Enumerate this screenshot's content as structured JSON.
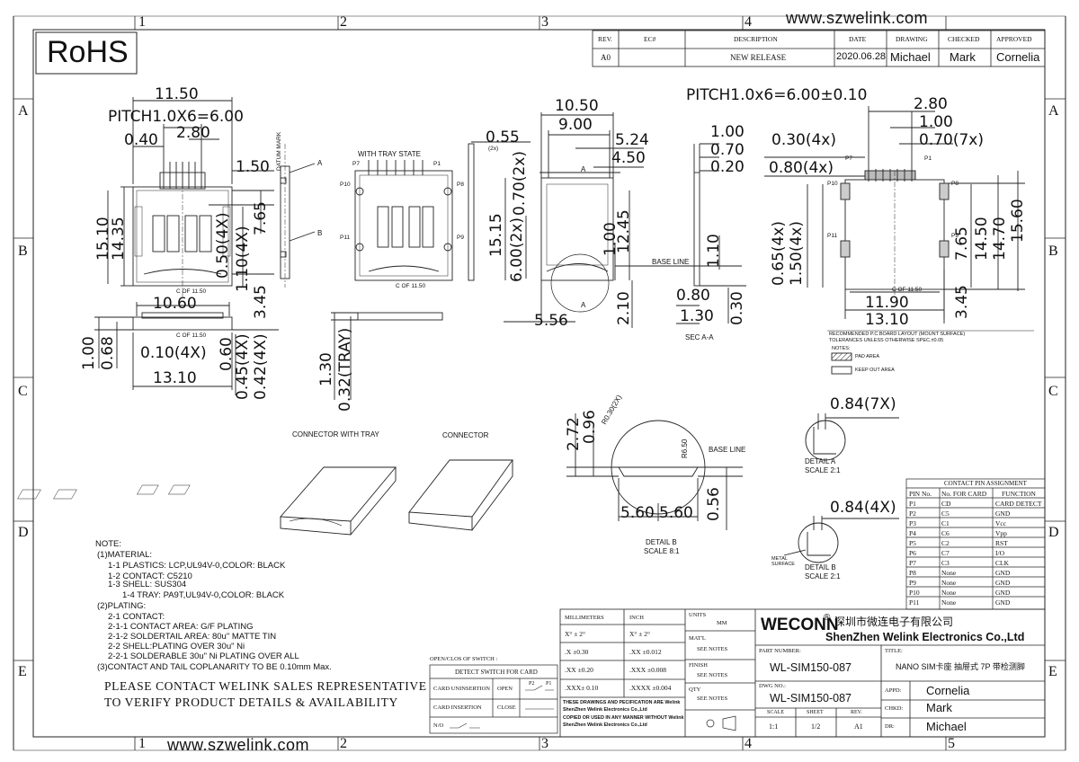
{
  "header": {
    "website_top": "www.szwelink.com",
    "website_bottom": "www.szwelink.com",
    "rohs": "RoHS",
    "grid_cols": [
      "1",
      "2",
      "3",
      "4",
      "5",
      "1",
      "2",
      "3",
      "4",
      "5"
    ],
    "grid_rows": [
      "A",
      "B",
      "C",
      "D",
      "E",
      "A",
      "B",
      "C",
      "D",
      "E"
    ]
  },
  "revision_table": {
    "headers": [
      "REV.",
      "EC#",
      "DESCRIPTION",
      "DATE",
      "DRAWING",
      "CHECKED",
      "APPROVED"
    ],
    "row": [
      "A0",
      "",
      "NEW RELEASE",
      "2020.06.28",
      "Michael",
      "Mark",
      "Cornelia"
    ]
  },
  "dims": {
    "top_view": [
      "11.50",
      "PITCH1.0X6=6.00",
      "0.40",
      "2.80",
      "1.50",
      "15.10",
      "14.35",
      "0.50(4X)",
      "1.10(4X)",
      "7.65",
      "3.45",
      "C OF 11.50"
    ],
    "front_view": [
      "10.60",
      "1.00",
      "0.68",
      "0.10(4X)",
      "13.10",
      "0.60",
      "0.45(4X)",
      "0.42(4X)",
      "C OF 11.50"
    ],
    "tray_state": [
      "WITH TRAY STATE",
      "P7",
      "P1",
      "P10",
      "P8",
      "P11",
      "P9",
      "C OF 11.50"
    ],
    "side_view": [
      "DATUM MARK",
      "A",
      "B"
    ],
    "tray_side": [
      "1.30",
      "0.32(TRAY)"
    ],
    "tray_view": [
      "0.55",
      "(2x)",
      "10.50",
      "9.00",
      "5.24",
      "4.50",
      "15.15",
      "0.70(2x)",
      "6.00(2x)",
      "12.45",
      "1.00",
      "BASE LINE",
      "2.10",
      "5.56",
      "A",
      "A"
    ],
    "section": [
      "1.00",
      "0.70",
      "0.20",
      "1.10",
      "0.80",
      "1.30",
      "0.30",
      "SEC A-A"
    ],
    "pcb": [
      "PITCH1.0x6=6.00±0.10",
      "2.80",
      "1.00",
      "0.30(4x)",
      "0.70(7x)",
      "0.80(4x)",
      "P7",
      "P1",
      "P10",
      "P8",
      "P11",
      "P9",
      "0.65(4x)",
      "1.50(4x)",
      "7.65",
      "14.50",
      "14.70",
      "15.60",
      "11.90",
      "13.10",
      "3.45",
      "C OF 11.50",
      "RECOMMENDED P.C.BOARD LAYOUT (MOUNT SURFACE)",
      "TOLERANCES UNLESS OTHERWISE SPEC.±0.05",
      "NOTES:",
      "PAD AREA",
      "KEEP OUT AREA"
    ],
    "detail_b8": [
      "2.72",
      "0.96",
      "R0.30(2X)",
      "R6.50",
      "BASE LINE",
      "5.60",
      "5.60",
      "0.56",
      "DETAIL B",
      "SCALE 8:1"
    ],
    "detail_a": [
      "0.84(7X)",
      "DETAIL A",
      "SCALE 2:1"
    ],
    "detail_b2": [
      "0.84(4X)",
      "METAL SURFACE",
      "DETAIL B",
      "SCALE 2:1"
    ],
    "iso": [
      "CONNECTOR WITH TRAY",
      "CONNECTOR"
    ]
  },
  "notes": {
    "title": "NOTE:",
    "lines": [
      "(1)MATERIAL:",
      "1-1 PLASTICS: LCP,UL94V-0,COLOR: BLACK",
      "1-2 CONTACT: C5210",
      "1-3 SHELL: SUS304",
      "1-4 TRAY: PA9T,UL94V-0,COLOR: BLACK",
      "(2)PLATING:",
      "2-1 CONTACT:",
      "2-1-1 CONTACT AREA: G/F PLATING",
      "2-1-2 SOLDERTAIL AREA: 80u\" MATTE TIN",
      "2-2 SHELL:PLATING OVER 30u\" Ni",
      "2-2-1 SOLDERABLE 30u\" Ni PLATING OVER ALL",
      "(3)CONTACT AND TAIL COPLANARITY TO BE 0.10mm Max."
    ],
    "contact_1": "PLEASE CONTACT WELINK SALES REPRESENTATIVE",
    "contact_2": "TO VERIFY PRODUCT DETAILS & AVAILABILITY"
  },
  "switch": {
    "title": "OPEN/CLOS OF SWITCH :",
    "header": "DETECT SWITCH FOR CARD",
    "rows": [
      [
        "CARD UNINSERTION",
        "OPEN"
      ],
      [
        "CARD INSERTION",
        "CLOSE"
      ],
      [
        "N/O",
        ""
      ]
    ],
    "pins": [
      "P2",
      "P1"
    ]
  },
  "pin_table": {
    "title": "CONTACT PIN ASSIGNMENT",
    "headers": [
      "PIN No.",
      "No. FOR CARD",
      "FUNCTION"
    ],
    "rows": [
      [
        "P1",
        "CD",
        "CARD DETECT"
      ],
      [
        "P2",
        "C5",
        "GND"
      ],
      [
        "P3",
        "C1",
        "Vcc"
      ],
      [
        "P4",
        "C6",
        "Vpp"
      ],
      [
        "P5",
        "C2",
        "RST"
      ],
      [
        "P6",
        "C7",
        "I/O"
      ],
      [
        "P7",
        "C3",
        "CLK"
      ],
      [
        "P8",
        "None",
        "GND"
      ],
      [
        "P9",
        "None",
        "GND"
      ],
      [
        "P10",
        "None",
        "GND"
      ],
      [
        "P11",
        "None",
        "GND"
      ]
    ]
  },
  "title_block": {
    "tol_headers": [
      "MILLIMETERS",
      "INCH"
    ],
    "tol_rows": [
      [
        "X°  ± 2°",
        "X°  ± 2°"
      ],
      [
        ".X   ±0.30",
        ".XX   ±0.012"
      ],
      [
        ".XX  ±0.20",
        ".XXX  ±0.008"
      ],
      [
        ".XXX± 0.10",
        ".XXXX ±0.004"
      ]
    ],
    "units": "UNITS",
    "units_val": "MM",
    "material": "MAT'L",
    "material_val": "SEE NOTES",
    "finish": "FINISH",
    "finish_val": "SEE NOTES",
    "qty": "QTY",
    "qty_val": "SEE NOTES",
    "legal": [
      "THESE DRAWINGS AND PECIFICATION ARE Welink",
      "ShenZhen Welink Electronics Co.,Ltd",
      "COPIED OR USED IN ANY MANNER WITHOUT Welink",
      "ShenZhen Welink Electronics Co.,Ltd"
    ],
    "brand": "WECONN",
    "reg": "®",
    "company_cn": "深圳市微连电子有限公司",
    "company_en": "ShenZhen Welink Electronics Co.,Ltd",
    "part_label": "PART NUMBER:",
    "part_number": "WL-SIM150-087",
    "title_label": "TITLE:",
    "title": "NANO SIM卡座 抽屉式 7P 带检测脚",
    "dwg_label": "DWG NO.:",
    "dwg_number": "WL-SIM150-087",
    "scale_label": "SCALE",
    "sheet_label": "SHEET",
    "rev_label": "REV.",
    "scale": "1:1",
    "sheet": "1/2",
    "rev": "A1",
    "appd_label": "APPD:",
    "appd": "Cornelia",
    "chkd_label": "CHKD:",
    "chkd": "Mark",
    "dr_label": "DR:",
    "dr": "Michael"
  }
}
